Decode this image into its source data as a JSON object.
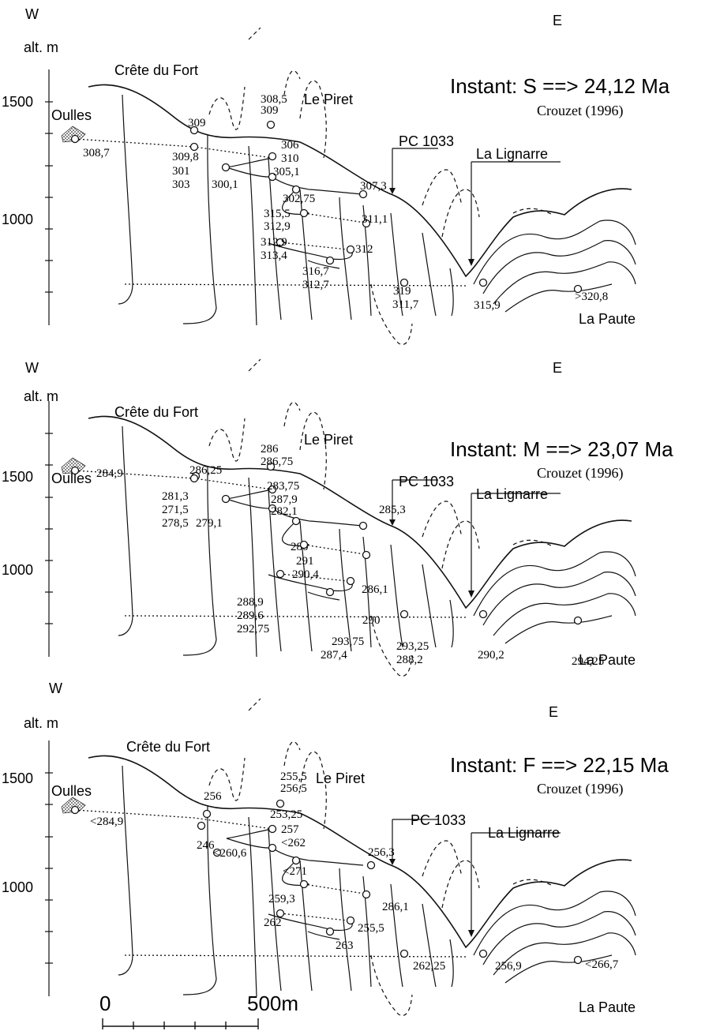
{
  "panels": [
    {
      "id": "S",
      "west_label": "W",
      "east_label": "E",
      "alt_label": "alt. m",
      "alt_ticks": [
        "1500",
        "1000"
      ],
      "instant": "Instant: S ==> 24,12 Ma",
      "source": "Crouzet (1996)",
      "places": {
        "crete": "Crête du Fort",
        "oulles": "Oulles",
        "piret": "Le Piret",
        "pc": "PC 1033",
        "lignarre": "La Lignarre",
        "paute": "La Paute"
      },
      "values": [
        "308,7",
        "309",
        "309,8",
        "301",
        "303",
        "308,5",
        "309",
        "306",
        "310",
        "300,1",
        "305,1",
        "302,75",
        "307,3",
        "315,5",
        "312,9",
        "311,1",
        "312,9",
        "313,4",
        "312",
        "316,7",
        "312,7",
        "319",
        "311,7",
        "315,9",
        ">320,8"
      ]
    },
    {
      "id": "M",
      "west_label": "W",
      "east_label": "E",
      "alt_label": "alt. m",
      "alt_ticks": [
        "1500",
        "1000"
      ],
      "instant": "Instant: M ==> 23,07 Ma",
      "source": "Crouzet (1996)",
      "places": {
        "crete": "Crête du Fort",
        "oulles": "Oulles",
        "piret": "Le Piret",
        "pc": "PC 1033",
        "lignarre": "La Lignarre",
        "paute": "La Paute"
      },
      "values": [
        "284,9",
        "286,25",
        "281,3",
        "271,5",
        "278,5",
        "286",
        "286,75",
        "283,75",
        "287,9",
        "279,1",
        "282,1",
        "280",
        "285,3",
        "291",
        "290,4",
        "286,1",
        "288,9",
        "289,6",
        "292,75",
        "290",
        "293,75",
        "287,4",
        "293,25",
        "288,2",
        "290,2",
        "294,25"
      ]
    },
    {
      "id": "F",
      "west_label": "W",
      "east_label": "E",
      "alt_label": "alt. m",
      "alt_ticks": [
        "1500",
        "1000"
      ],
      "instant": "Instant: F  ==> 22,15 Ma",
      "source": "Crouzet (1996)",
      "places": {
        "crete": "Crête du Fort",
        "oulles": "Oulles",
        "piret": "Le Piret",
        "pc": "PC 1033",
        "lignarre": "La Lignarre",
        "paute": "La Paute"
      },
      "values": [
        "<284,9",
        "256",
        "246",
        "255,5",
        "256,5",
        "253,25",
        "257",
        "<262",
        "<260,6",
        "<271",
        "256,3",
        "259,3",
        "286,1",
        "262",
        "255,5",
        "263",
        "262,25",
        "256,9",
        "<266,7"
      ]
    }
  ],
  "scale": {
    "zero": "0",
    "end": "500m"
  }
}
